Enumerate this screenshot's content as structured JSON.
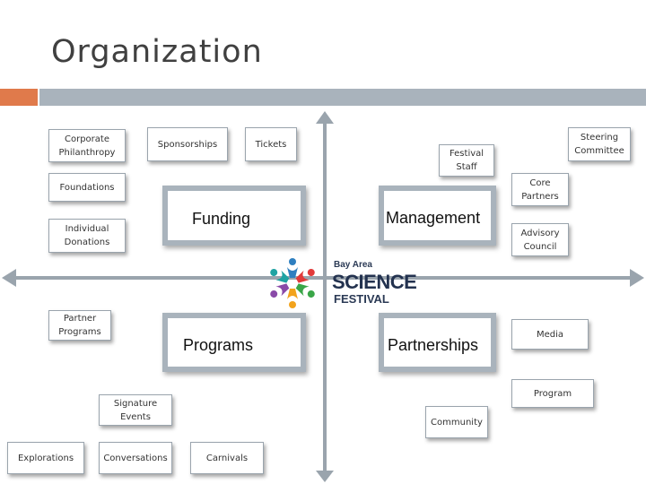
{
  "title": "Organization",
  "quadrants": {
    "funding": "Funding",
    "management": "Management",
    "programs": "Programs",
    "partnerships": "Partnerships"
  },
  "logo": {
    "line1": "Bay Area",
    "line2": "SCIENCE",
    "line3": "FESTIVAL",
    "figure_colors": [
      "#2e7fc0",
      "#e23a3a",
      "#3aa648",
      "#f2a31c",
      "#8a4aa8",
      "#1fa3a3"
    ]
  },
  "boxes": {
    "corporate_philanthropy": "Corporate\nPhilanthropy",
    "sponsorships": "Sponsorships",
    "tickets": "Tickets",
    "foundations": "Foundations",
    "individual_donations": "Individual\nDonations",
    "festival_staff": "Festival\nStaff",
    "steering_committee": "Steering\nCommittee",
    "core_partners": "Core\nPartners",
    "advisory_council": "Advisory\nCouncil",
    "partner_programs": "Partner\nPrograms",
    "signature_events": "Signature\nEvents",
    "explorations": "Explorations",
    "conversations": "Conversations",
    "carnivals": "Carnivals",
    "media": "Media",
    "program": "Program",
    "community": "Community"
  },
  "colors": {
    "accent_orange": "#e07a4b",
    "accent_gray": "#a9b3bc"
  }
}
